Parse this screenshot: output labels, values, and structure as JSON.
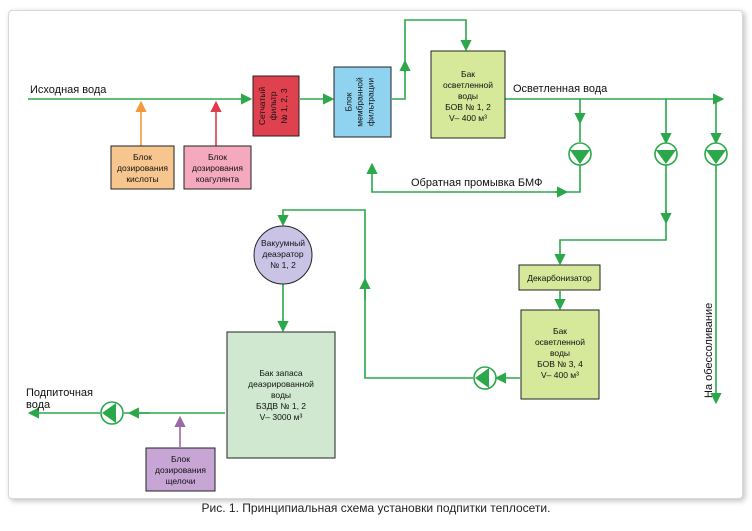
{
  "labels": {
    "source_water": "Исходная вода",
    "clarified_water": "Осветленная вода",
    "backwash": "Обратная промывка БМФ",
    "to_desalting": "На обессоливание",
    "makeup_water_1": "Подпиточная",
    "makeup_water_2": "вода"
  },
  "blocks": {
    "acid": [
      "Блок",
      "дозирования",
      "кислоты"
    ],
    "coagulant": [
      "Блок",
      "дозирования",
      "коагулянта"
    ],
    "mesh_filter": [
      "Сетчатый",
      "фильтр",
      "№ 1, 2, 3"
    ],
    "membrane": [
      "Блок",
      "мембранной",
      "фильтрации"
    ],
    "tank_bov12": [
      "Бак",
      "осветленной",
      "воды",
      "БОВ № 1, 2",
      "V– 400 м³"
    ],
    "decarbonizer": [
      "Декарбонизатор"
    ],
    "tank_bov34": [
      "Бак",
      "осветленной",
      "воды",
      "БОВ № 3, 4",
      "V– 400 м³"
    ],
    "deaerator": [
      "Вакуумный",
      "деаэратор",
      "№ 1, 2"
    ],
    "tank_bzdv": [
      "Бак запаса",
      "деаэрированной",
      "воды",
      "БЗДВ № 1, 2",
      "V– 3000 м³"
    ],
    "alkali": [
      "Блок",
      "дозирования",
      "щелочи"
    ]
  },
  "caption": "Рис. 1. Принципиальная схема установки подпитки теплосети.",
  "colors": {
    "flow": "#2aa84a",
    "acid_fill": "#f7c58e",
    "coagulant_fill": "#f4a9bf",
    "mesh_fill": "#e0414f",
    "membrane_fill": "#8fd3f0",
    "tank_fill": "#d6e89a",
    "decarb_fill": "#d6e89a",
    "deaerator_fill": "#c9c3e6",
    "bzdv_fill": "#cfe8cf",
    "alkali_fill": "#c7a6d6",
    "acid_arrow": "#f29a3a",
    "coagulant_arrow": "#e23a4d",
    "alkali_arrow": "#9a6aa8"
  }
}
